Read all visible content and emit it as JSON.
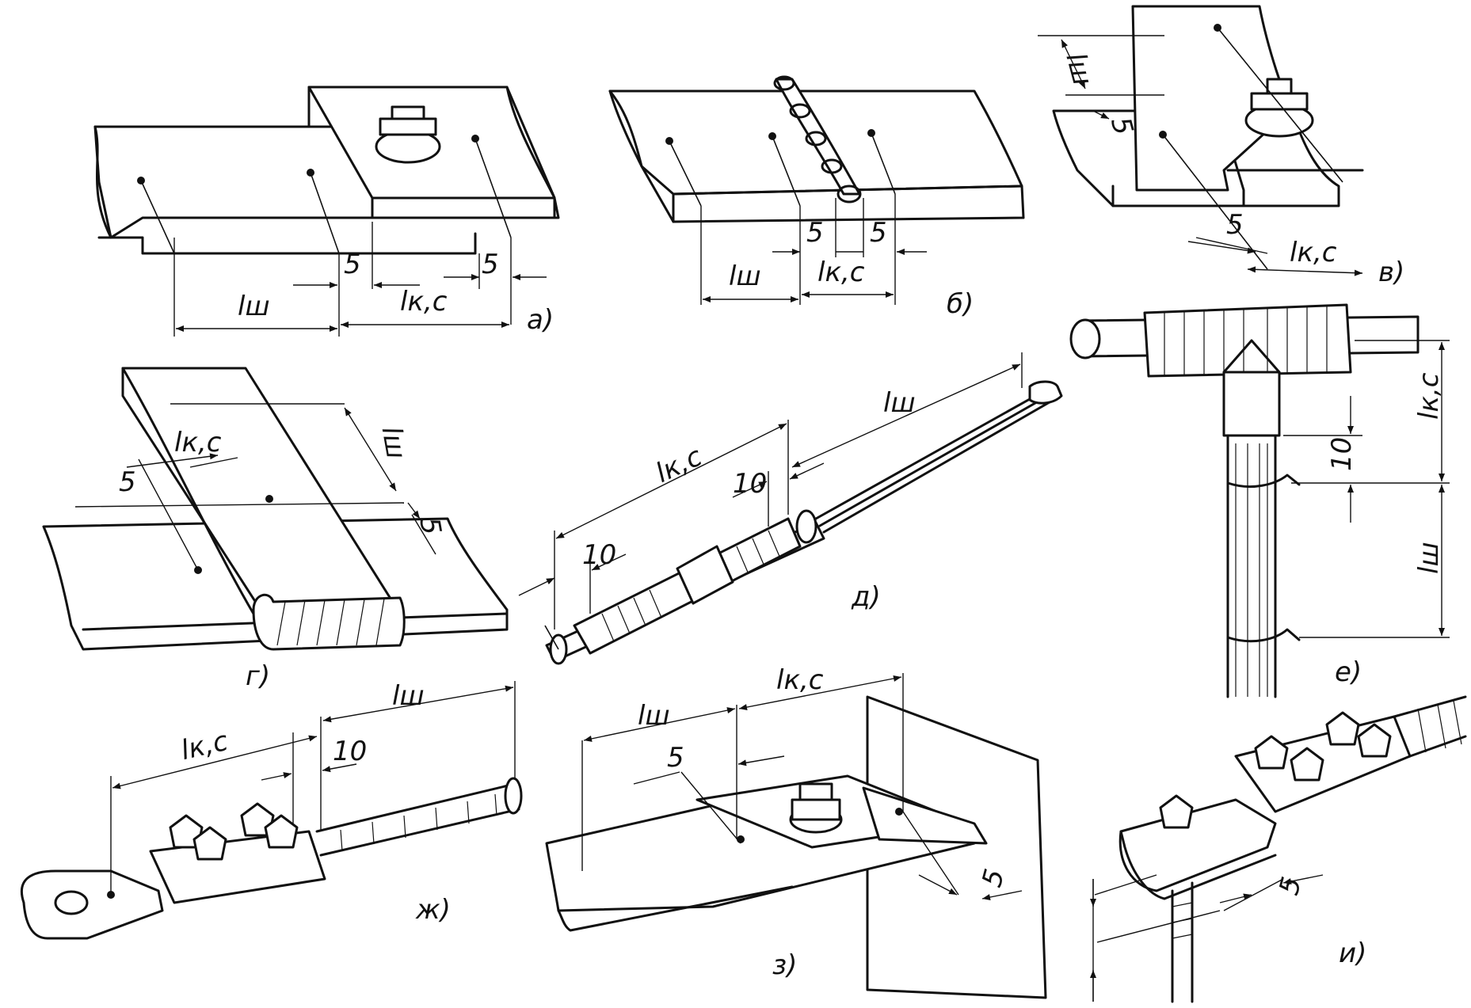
{
  "dim": {
    "five": "5",
    "ten": "10",
    "l_sh": "lш",
    "l_ks": "lк,с"
  },
  "captions": {
    "a": "а)",
    "b": "б)",
    "v": "в)",
    "g": "г)",
    "d": "д)",
    "e": "е)",
    "zh": "ж)",
    "z": "з)",
    "i": "и)"
  }
}
